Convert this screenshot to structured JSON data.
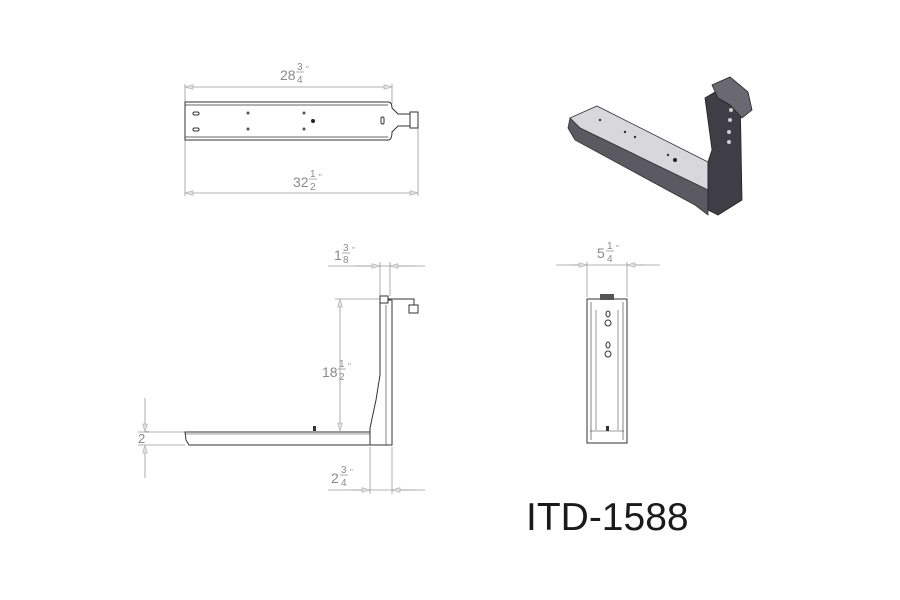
{
  "part_number": "ITD-1588",
  "colors": {
    "line": "#333333",
    "dimension": "#8a8a8a",
    "shaded_part": "#4a4950"
  },
  "views": {
    "top": {
      "dims": [
        {
          "whole": "28",
          "num": "3",
          "den": "4",
          "unit": "\""
        },
        {
          "whole": "32",
          "num": "1",
          "den": "2",
          "unit": "\""
        }
      ]
    },
    "side": {
      "dims": [
        {
          "whole": "1",
          "num": "3",
          "den": "8",
          "unit": "\""
        },
        {
          "whole": "18",
          "num": "1",
          "den": "2",
          "unit": "\""
        },
        {
          "whole": "2",
          "unit": "\""
        },
        {
          "whole": "2",
          "num": "3",
          "den": "4",
          "unit": "\""
        }
      ]
    },
    "front": {
      "dims": [
        {
          "whole": "5",
          "num": "1",
          "den": "4",
          "unit": "\""
        }
      ]
    }
  }
}
